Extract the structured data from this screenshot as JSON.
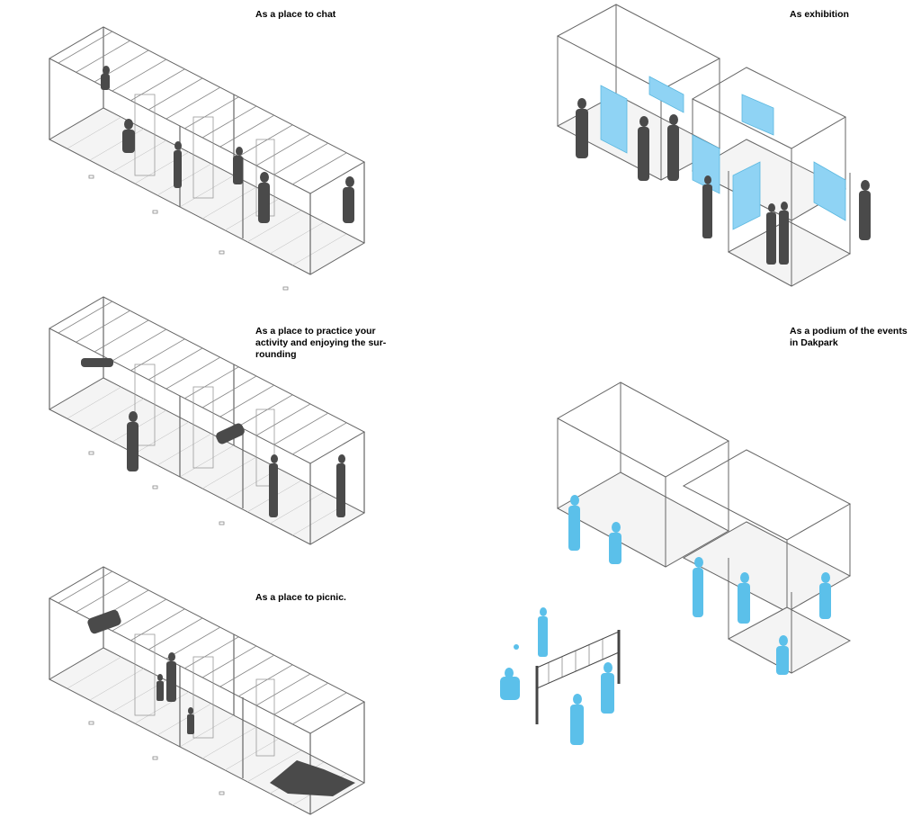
{
  "captions": {
    "chat": "As a place to chat",
    "exhibition": "As exhibition",
    "activity": "As a place to practice your\nactivity and enjoying the sur-\nrounding",
    "podium": "As a podium of the events\nin Dakpark",
    "picnic": "As a place to picnic."
  },
  "colors": {
    "structure": "#555555",
    "figure_dark": "#4a4a4a",
    "figure_blue": "#5bc0ea",
    "panel_blue": "#8fd3f4"
  }
}
